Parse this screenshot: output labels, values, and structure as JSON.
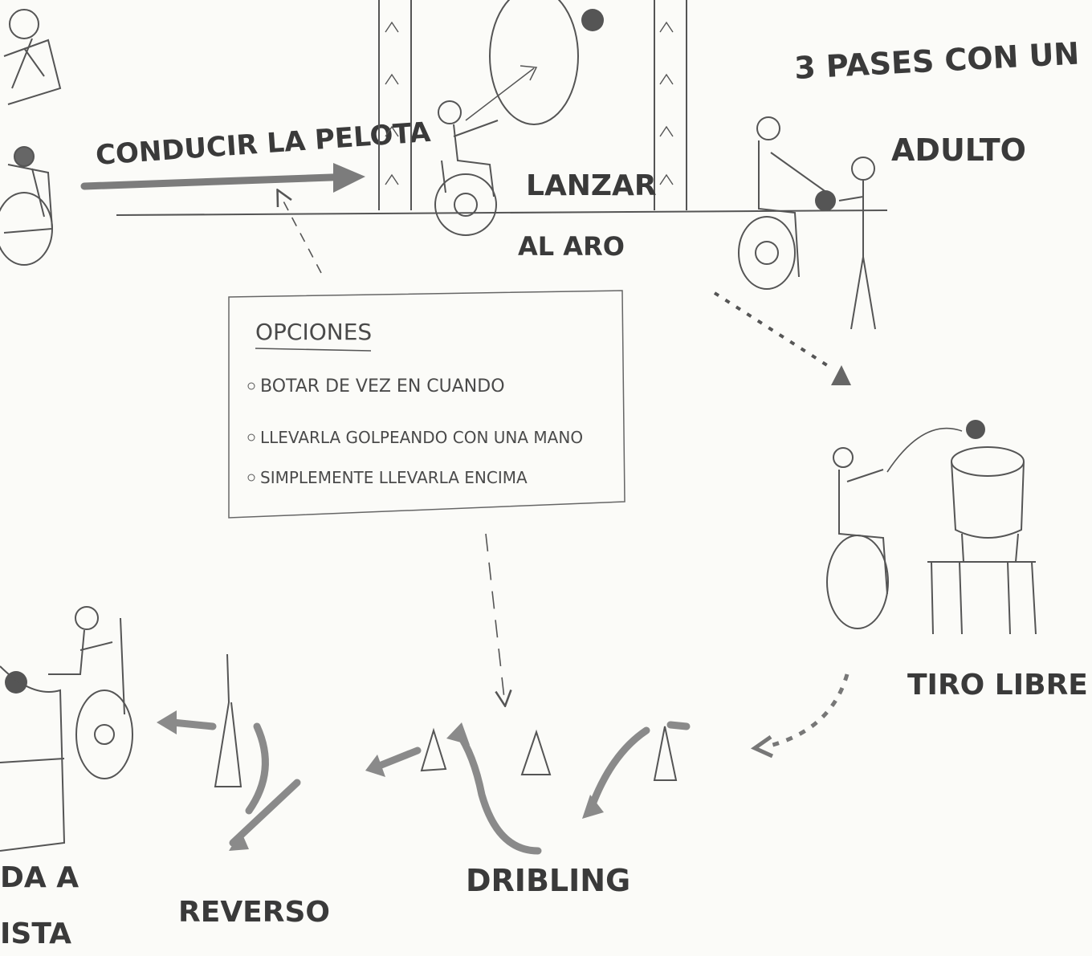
{
  "labels": {
    "conducir": "CONDUCIR LA PELOTA",
    "lanzar": "LANZAR",
    "al_aro": "AL ARO",
    "pases_1": "3 PASES CON UN",
    "pases_2": "ADULTO",
    "tiro_libre": "TIRO LIBRE",
    "dribling": "DRIBLING",
    "reverso": "REVERSO",
    "left_1": "DA A",
    "left_2": "ISTA"
  },
  "options_box": {
    "title": "OPCIONES",
    "items": [
      "BOTAR DE VEZ EN CUANDO",
      "LLEVARLA GOLPEANDO CON UNA MANO",
      "SIMPLEMENTE LLEVARLA ENCIMA"
    ]
  },
  "icons": [
    "wheelchair-icon",
    "person-icon",
    "ball-icon",
    "cone-icon",
    "hoop-icon",
    "arrow-icon"
  ],
  "colors": {
    "ink": "#3a3a3a",
    "marker": "#8a8a8a",
    "paper": "#fbfbf8"
  }
}
